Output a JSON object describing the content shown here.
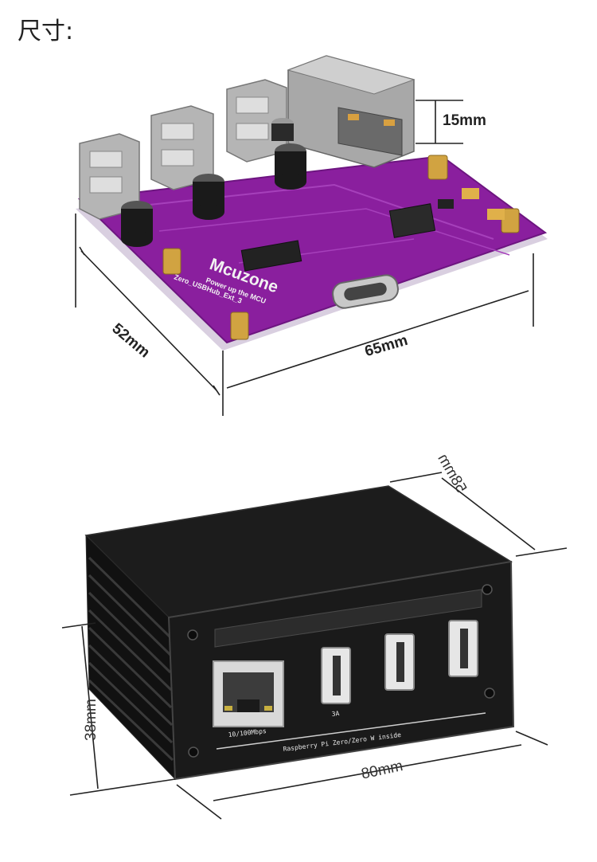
{
  "page": {
    "title": "尺寸:"
  },
  "pcb_figure": {
    "board_brand": "Mcuzone",
    "board_slogan": "Power up the MCU",
    "board_model": "Zero_USBHub_Ext_3",
    "dimensions": {
      "height_label": "15mm",
      "depth_label": "52mm",
      "width_label": "65mm"
    },
    "colors": {
      "board": "#8a1f9e",
      "metal": "#b8b8b8",
      "cap": "#1a1a1a"
    }
  },
  "case_figure": {
    "port_ethernet_label": "10/100Mbps",
    "port_usb_label": "3A",
    "bottom_label": "Raspberry Pi Zero/Zero W inside",
    "dimensions": {
      "depth_label": "58mm",
      "height_label": "38mm",
      "width_label": "80mm"
    },
    "colors": {
      "case": "#161616",
      "edge": "#3a3a3a"
    }
  }
}
